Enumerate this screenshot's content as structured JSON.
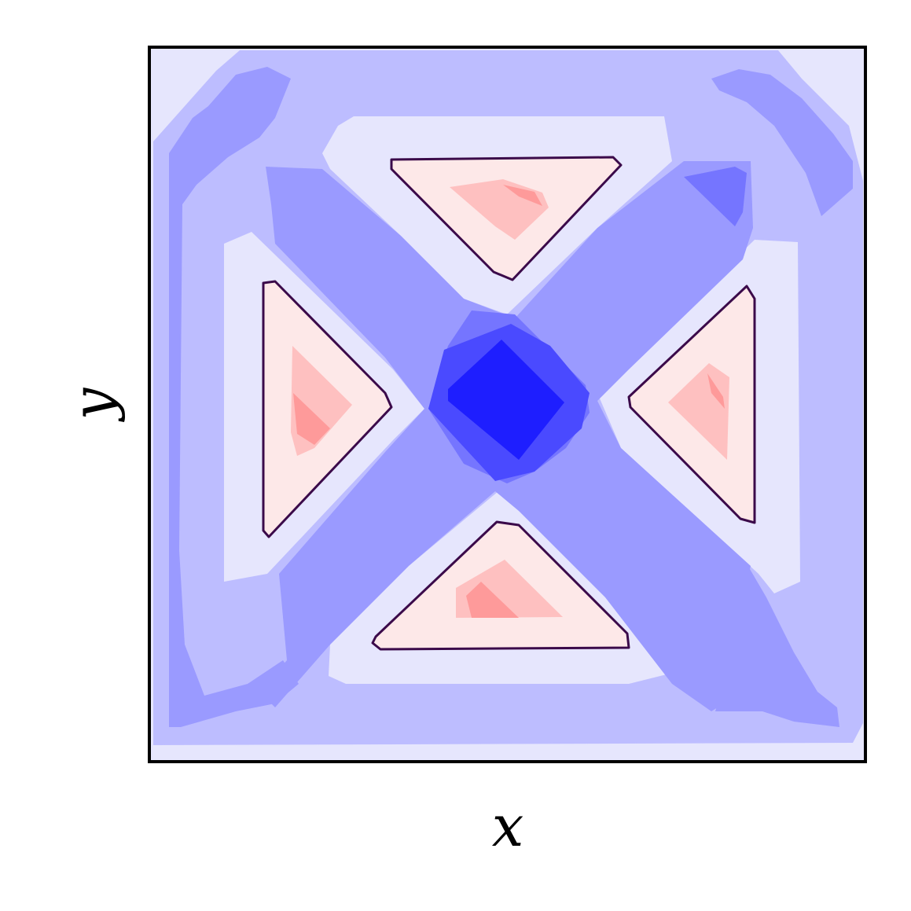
{
  "chart_data": {
    "type": "heatmap",
    "title": "",
    "xlabel": "x",
    "ylabel": "y",
    "xlim": [
      0,
      1
    ],
    "ylim": [
      0,
      1
    ],
    "ticks": "none",
    "grid": false,
    "legend": "none",
    "colormap": "bwr",
    "zero_contour": true,
    "levels": [
      {
        "level": -7,
        "color": "#1e1eff"
      },
      {
        "level": -6,
        "color": "#4a4aff"
      },
      {
        "level": -5,
        "color": "#7575ff"
      },
      {
        "level": -4,
        "color": "#9a9aff"
      },
      {
        "level": -3,
        "color": "#bdbdff"
      },
      {
        "level": -2,
        "color": "#e6e6fd"
      },
      {
        "level": 1,
        "color": "#fde8e8"
      },
      {
        "level": 2,
        "color": "#fec0c0"
      },
      {
        "level": 3,
        "color": "#fe9a9a"
      }
    ],
    "features": [
      {
        "name": "center-minimum",
        "center": [
          0.5,
          0.5
        ],
        "level": -7
      },
      {
        "name": "top-lobe",
        "center": [
          0.49,
          0.82
        ],
        "max_level": 3
      },
      {
        "name": "bottom-lobe",
        "center": [
          0.49,
          0.21
        ],
        "max_level": 3
      },
      {
        "name": "left-lobe",
        "center": [
          0.2,
          0.5
        ],
        "max_level": 3
      },
      {
        "name": "right-lobe",
        "center": [
          0.78,
          0.5
        ],
        "max_level": 3
      }
    ]
  },
  "colors": {
    "frame": "#000000",
    "contour_line": "#3b0a4a"
  }
}
